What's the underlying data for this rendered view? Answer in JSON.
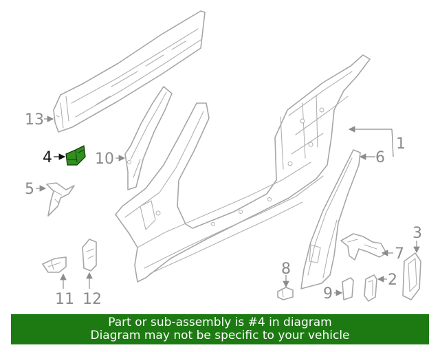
{
  "diagram": {
    "callouts": [
      "1",
      "2",
      "3",
      "4",
      "5",
      "6",
      "7",
      "8",
      "9",
      "10",
      "11",
      "12",
      "13"
    ],
    "highlighted_part": "4",
    "highlight_color": "#2f8f1f",
    "line_color": "#a6a6a6"
  },
  "banner": {
    "line1": "Part or sub-assembly is #4 in diagram",
    "line2": "Diagram may not be specific to your vehicle",
    "background": "#1d7a12"
  }
}
